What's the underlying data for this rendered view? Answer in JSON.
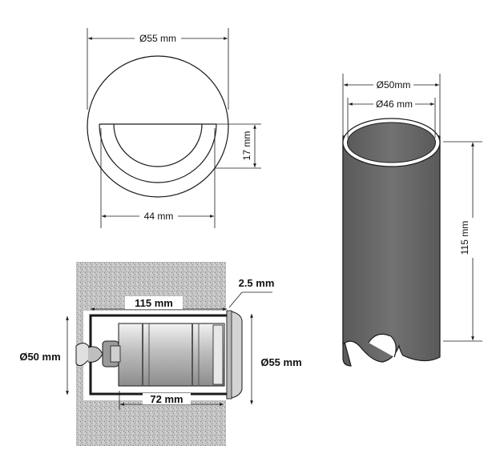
{
  "front_view": {
    "diameter_label": "Ø55 mm",
    "width_label": "44 mm",
    "height_label": "17 mm"
  },
  "tube_view": {
    "outer_diameter_label": "Ø50mm",
    "inner_diameter_label": "Ø46 mm",
    "length_label": "115 mm"
  },
  "section_view": {
    "length_label": "115 mm",
    "flange_label": "2.5 mm",
    "body_label": "72 mm",
    "tube_diameter_label": "Ø50 mm",
    "cap_diameter_label": "Ø55 mm"
  },
  "colors": {
    "tube_fill": "#6b6b6b",
    "concrete": "#c9c9c9",
    "line": "#1a1a1a"
  }
}
